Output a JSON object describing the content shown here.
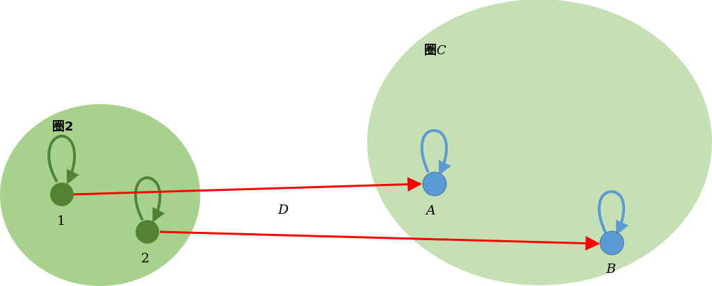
{
  "diagram": {
    "left_category": {
      "title_prefix": "圈",
      "title_symbol": "2",
      "fill_color": "#a9d18e",
      "objects": [
        {
          "label": "1",
          "color": "#548235"
        },
        {
          "label": "2",
          "color": "#548235"
        }
      ]
    },
    "right_category": {
      "title_prefix": "圈",
      "title_symbol": "C",
      "fill_color": "#c5e0b4",
      "objects": [
        {
          "label": "A",
          "color": "#5b9bd5"
        },
        {
          "label": "B",
          "color": "#5b9bd5"
        }
      ]
    },
    "functor_label": "D",
    "arrow_color": "#ff0000",
    "loop_color_left": "#548235",
    "loop_color_right": "#5b9bd5"
  }
}
